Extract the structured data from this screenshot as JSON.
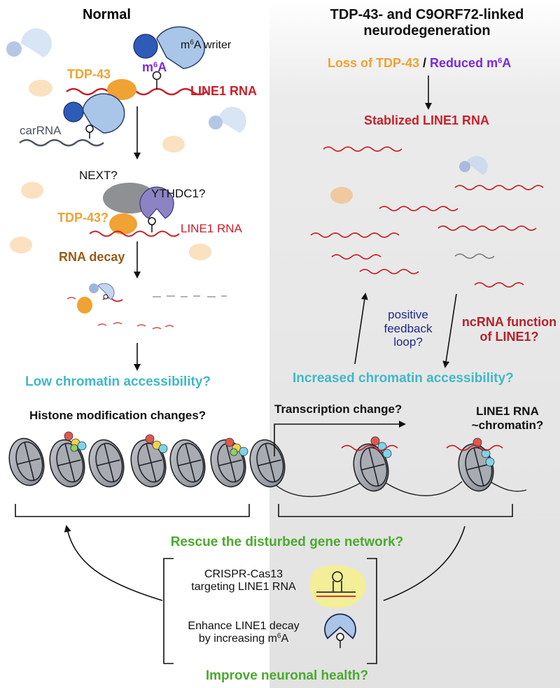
{
  "colors": {
    "tdp43": "#f0a232",
    "m6a": "#7a2bd6",
    "line1": "#c8202a",
    "teal": "#3fb8c8",
    "green": "#4aaa2e",
    "navy": "#1e2a8a",
    "brown": "#9a5a16",
    "panel": "#e6e6e6"
  },
  "left": {
    "title": "Normal",
    "writer_prefix": "m",
    "writer_sup": "6",
    "writer_suffix": "A writer",
    "tdp43": "TDP-43",
    "m6a_prefix": "m",
    "m6a_sup": "6",
    "m6a_suffix": "A",
    "line1_rna": "LINE1 RNA",
    "carrna": "carRNA",
    "next": "NEXT?",
    "ythdc1": "YTHDC1?",
    "tdp43_q": "TDP-43?",
    "line1_rna_2": "LINE1 RNA",
    "rna_decay": "RNA decay",
    "low_access": "Low chromatin accessibility?",
    "histone": "Histone modification changes?"
  },
  "right": {
    "title_line1": "TDP-43- and C9ORF72-linked",
    "title_line2": "neurodegeneration",
    "loss": "Loss of TDP-43",
    "slash": " / ",
    "reduced_prefix": "Reduced m",
    "reduced_sup": "6",
    "reduced_suffix": "A",
    "stabilized": "Stablized LINE1 RNA",
    "feedback_1": "positive",
    "feedback_2": "feedback",
    "feedback_3": "loop?",
    "ncrna_1": "ncRNA function",
    "ncrna_2": "of LINE1?",
    "increased": "Increased chromatin accessibility?",
    "transcription": "Transcription change?",
    "line1_chrom_1": "LINE1 RNA",
    "line1_chrom_2": "~chromatin?"
  },
  "bottom": {
    "rescue": "Rescue the disturbed gene network?",
    "crispr_1": "CRISPR-Cas13",
    "crispr_2": "targeting LINE1 RNA",
    "enhance_1": "Enhance LINE1 decay",
    "enhance_2_prefix": "by increasing m",
    "enhance_2_sup": "6",
    "enhance_2_suffix": "A",
    "improve": "Improve neuronal health?"
  }
}
